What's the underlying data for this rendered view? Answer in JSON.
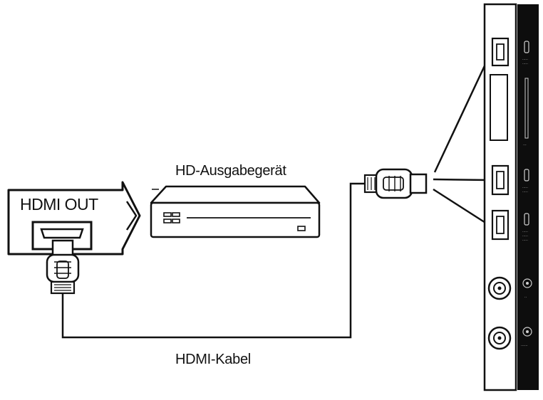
{
  "labels": {
    "device": "HD-Ausgabegerät",
    "hdmi_out": "HDMI OUT",
    "cable": "HDMI-Kabel"
  },
  "colors": {
    "line": "#111111",
    "panel_dark": "#0d0d0d",
    "background": "#ffffff"
  },
  "icons": {
    "hdmi_out_port": "hdmi-out-port-icon",
    "output_device": "hd-output-device-icon",
    "plug_left": "hdmi-plug-icon",
    "plug_right": "hdmi-plug-icon",
    "tv_panel": "tv-rear-panel-icon"
  }
}
